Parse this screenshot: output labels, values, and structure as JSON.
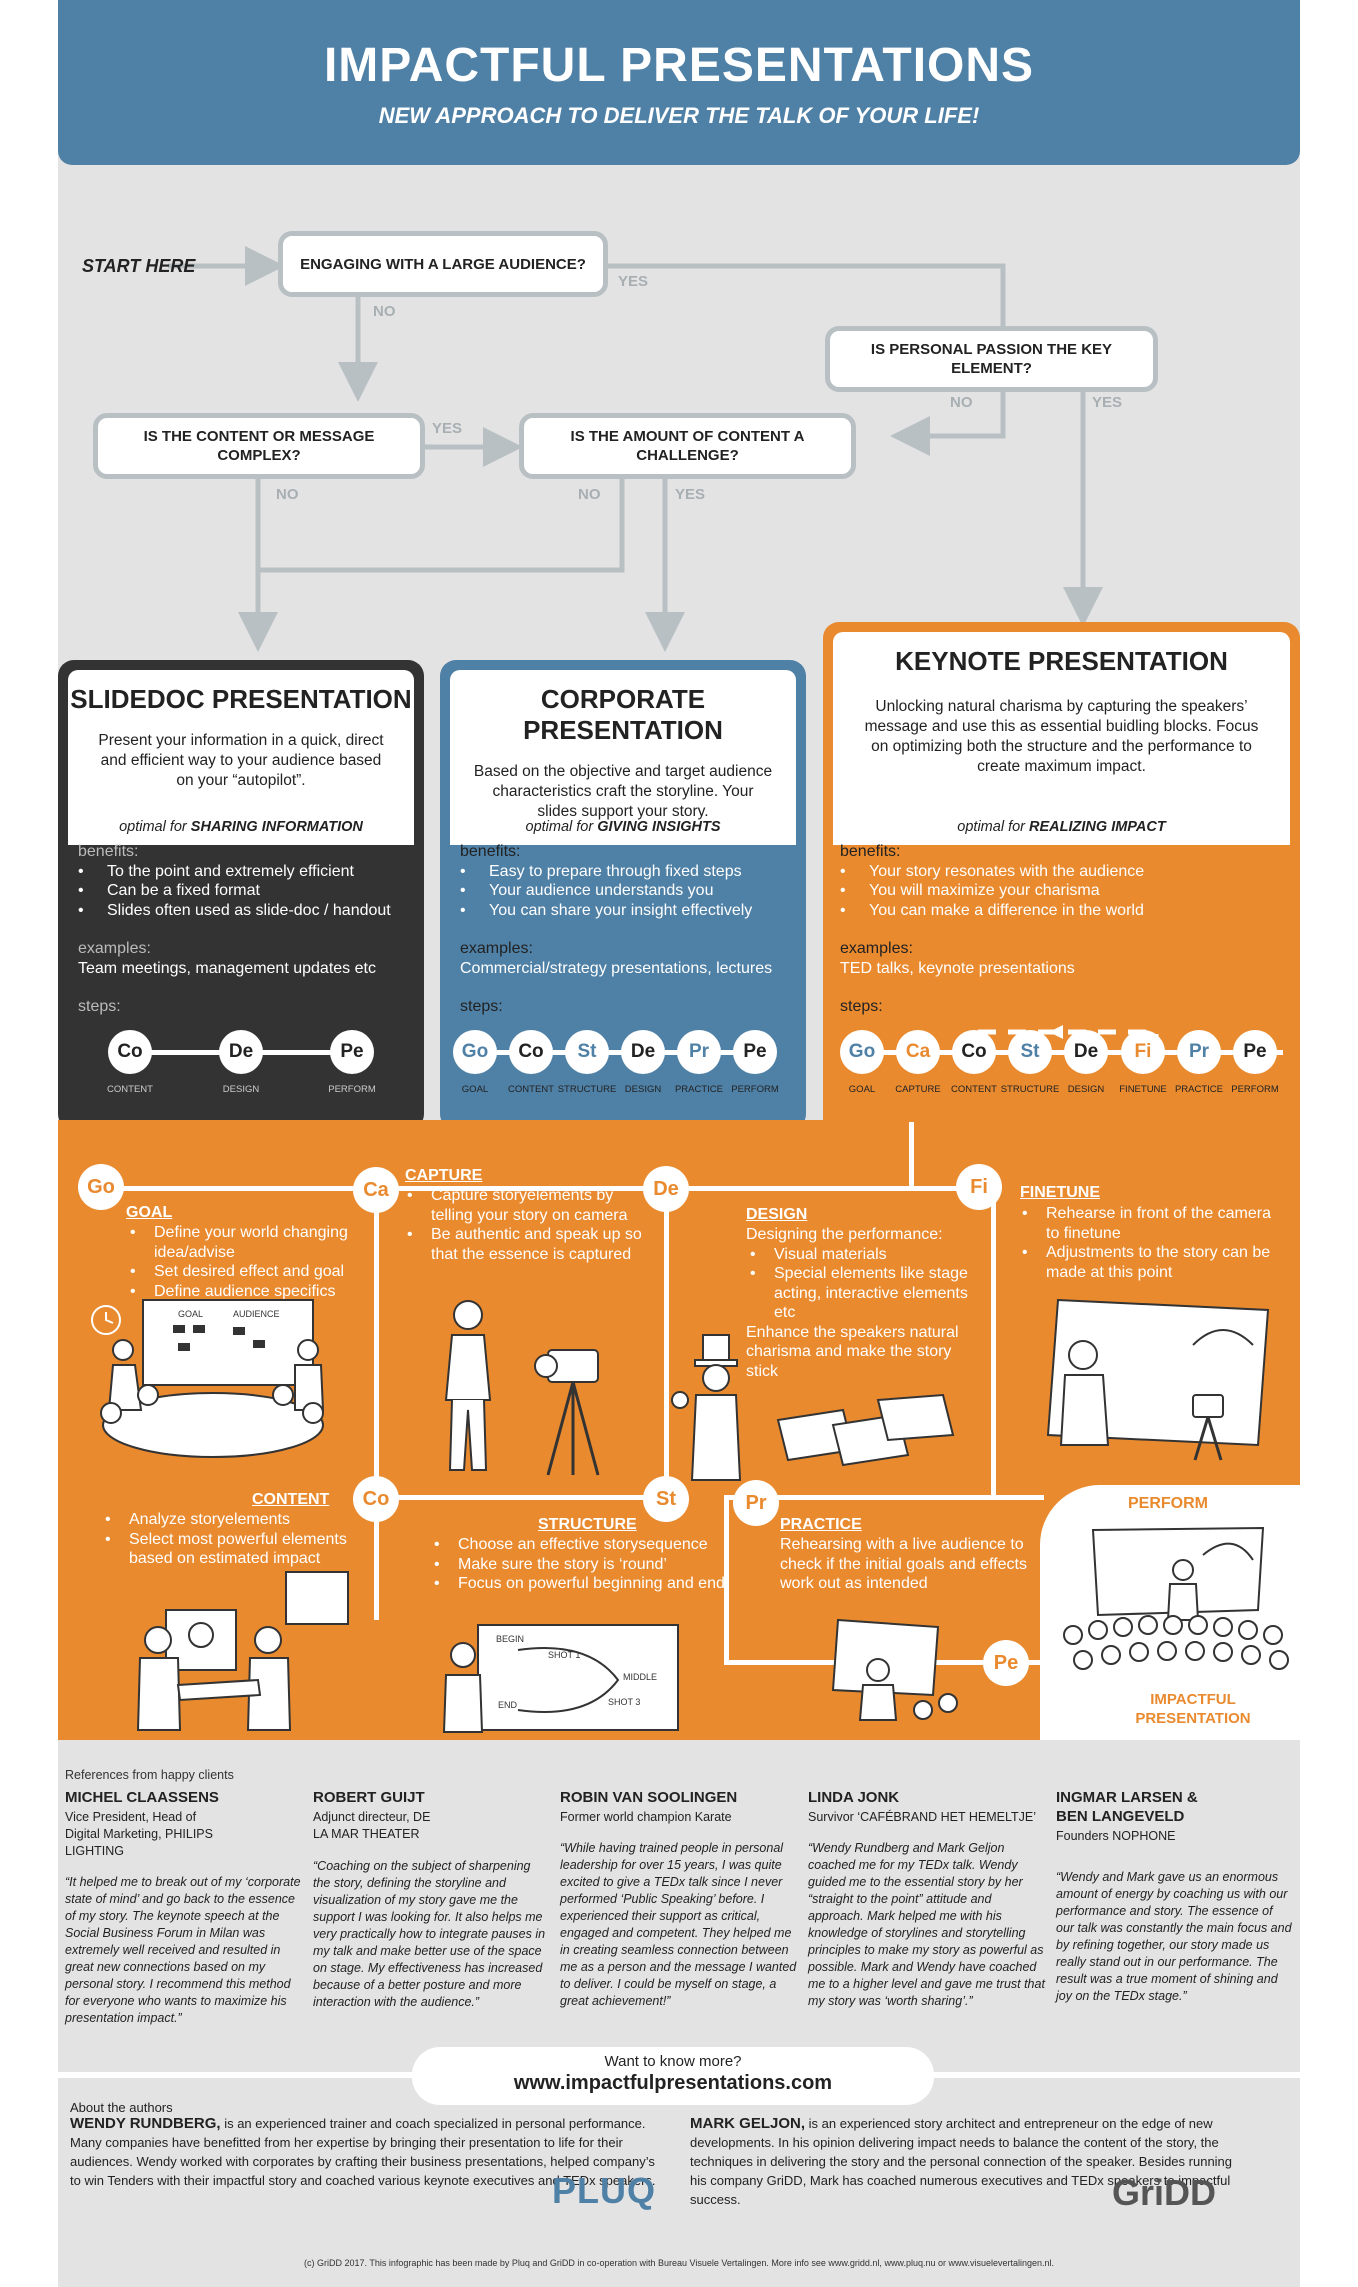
{
  "header": {
    "title": "IMPACTFUL PRESENTATIONS",
    "subtitle": "NEW APPROACH TO DELIVER THE TALK OF YOUR LIFE!"
  },
  "flow": {
    "start": "START HERE",
    "q1": "ENGAGING WITH A LARGE AUDIENCE?",
    "q2": "IS PERSONAL PASSION THE KEY ELEMENT?",
    "q3": "IS THE CONTENT OR MESSAGE COMPLEX?",
    "q4": "IS THE AMOUNT OF CONTENT A CHALLENGE?",
    "yes": "YES",
    "no": "NO"
  },
  "cards": [
    {
      "title": "SLIDEDOC PRESENTATION",
      "desc": "Present your information in a quick, direct and efficient way to your audience based on your “autopilot”.",
      "optimal_pre": "optimal for",
      "optimal": "SHARING INFORMATION",
      "benefits_label": "benefits:",
      "benefits": [
        "To the point and extremely efficient",
        "Can be a fixed format",
        "Slides often used as slide-doc / handout"
      ],
      "examples_label": "examples:",
      "examples": "Team meetings, management updates etc",
      "steps_label": "steps:",
      "steps": [
        {
          "abbr": "Co",
          "label": "CONTENT"
        },
        {
          "abbr": "De",
          "label": "DESIGN"
        },
        {
          "abbr": "Pe",
          "label": "PERFORM"
        }
      ]
    },
    {
      "title": "CORPORATE PRESENTATION",
      "desc": "Based on the objective and target audience characteristics craft the storyline. Your slides support your story.",
      "optimal_pre": "optimal for",
      "optimal": "GIVING INSIGHTS",
      "benefits_label": "benefits:",
      "benefits": [
        "Easy to prepare through fixed steps",
        "Your audience understands you",
        "You can share your insight effectively"
      ],
      "examples_label": "examples:",
      "examples": "Commercial/strategy presentations, lectures",
      "steps_label": "steps:",
      "steps": [
        {
          "abbr": "Go",
          "label": "GOAL"
        },
        {
          "abbr": "Co",
          "label": "CONTENT"
        },
        {
          "abbr": "St",
          "label": "STRUCTURE"
        },
        {
          "abbr": "De",
          "label": "DESIGN"
        },
        {
          "abbr": "Pr",
          "label": "PRACTICE"
        },
        {
          "abbr": "Pe",
          "label": "PERFORM"
        }
      ]
    },
    {
      "title": "KEYNOTE PRESENTATION",
      "desc": "Unlocking natural charisma by capturing the speakers’ message and use this as essential buidling blocks. Focus on optimizing both the structure and the performance to create maximum impact.",
      "optimal_pre": "optimal for",
      "optimal": "REALIZING IMPACT",
      "benefits_label": "benefits:",
      "benefits": [
        "Your story resonates with the audience",
        "You will maximize your charisma",
        "You can make a difference in the world"
      ],
      "examples_label": "examples:",
      "examples": "TED talks, keynote presentations",
      "steps_label": "steps:",
      "steps": [
        {
          "abbr": "Go",
          "label": "GOAL"
        },
        {
          "abbr": "Ca",
          "label": "CAPTURE"
        },
        {
          "abbr": "Co",
          "label": "CONTENT"
        },
        {
          "abbr": "St",
          "label": "STRUCTURE"
        },
        {
          "abbr": "De",
          "label": "DESIGN"
        },
        {
          "abbr": "Fi",
          "label": "FINETUNE"
        },
        {
          "abbr": "Pr",
          "label": "PRACTICE"
        },
        {
          "abbr": "Pe",
          "label": "PERFORM"
        }
      ]
    }
  ],
  "process": {
    "goal": {
      "abbr": "Go",
      "title": "GOAL",
      "items": [
        "Define your world changing idea/advise",
        "Set desired effect and goal",
        "Define audience specifics"
      ]
    },
    "capture": {
      "abbr": "Ca",
      "title": "CAPTURE",
      "items": [
        "Capture storyelements by telling your story on camera",
        "Be authentic and speak up so that the essence is captured"
      ]
    },
    "design": {
      "abbr": "De",
      "title": "DESIGN",
      "intro": "Designing the performance:",
      "items": [
        "Visual materials",
        "Special elements like stage acting, interactive elements etc"
      ],
      "outro": "Enhance the speakers natural charisma and make the story stick"
    },
    "finetune": {
      "abbr": "Fi",
      "title": "FINETUNE",
      "items": [
        "Rehearse in front of the camera to finetune",
        "Adjustments to the story can be made at this  point"
      ]
    },
    "content": {
      "abbr": "Co",
      "title": "CONTENT",
      "items": [
        "Analyze storyelements",
        "Select most powerful elements based on estimated impact"
      ]
    },
    "structure": {
      "abbr": "St",
      "title": "STRUCTURE",
      "items": [
        "Choose an effective storysequence",
        "Make sure the story is ‘round’",
        "Focus on powerful beginning and end"
      ]
    },
    "practice": {
      "abbr": "Pr",
      "title": "PRACTICE",
      "text": "Rehearsing with a live audience to check if the initial goals and effects work out as intended"
    },
    "perform": {
      "abbr": "Pe",
      "title": "PERFORM",
      "result": "IMPACTFUL PRESENTATION"
    },
    "sketch_labels": {
      "goal": "GOAL",
      "audience": "AUDIENCE",
      "begin": "BEGIN",
      "shot1": "SHOT 1",
      "middle": "MIDDLE",
      "shot3": "SHOT 3",
      "end": "END"
    }
  },
  "testimonials_label": "References from happy clients",
  "testimonials": [
    {
      "name": "MICHEL CLAASSENS",
      "role": "Vice President, Head of Digital Marketing, PHILIPS LIGHTING",
      "quote": "“It helped me to break out of my ‘corporate state of mind’ and go back to the essence of my story. The keynote speech at the Social Business Forum in Milan was extremely well received and resulted in great new connections based on my personal story. I recommend this method for everyone who wants to maximize his presentation impact.”"
    },
    {
      "name": "ROBERT GUIJT",
      "role": "Adjunct directeur, DE LA MAR THEATER",
      "quote": "“Coaching on the subject of sharpening the story, defining the storyline and visualization of my story gave me the support I was looking for. It also helps me very practically how to integrate pauses in my talk and make better use of the space on stage. My effectiveness has increased because of a better posture and more interaction with the audience.”"
    },
    {
      "name": "ROBIN VAN SOOLINGEN",
      "role": "Former world champion Karate",
      "quote": "“While having trained people in personal leadership for over 15 years, I was quite excited to give a TEDx talk since I never performed ‘Public Speaking’ before. I experienced their support as critical, engaged and competent. They helped me in creating seamless connection between me as a person and the message I wanted to deliver. I could be myself on stage, a great achievement!”"
    },
    {
      "name": "LINDA JONK",
      "role": "Survivor ‘CAFÉBRAND HET HEMELTJE’",
      "quote": "“Wendy Rundberg and Mark Geljon coached me for my TEDx talk. Wendy guided me to the essential story by her “straight to the point” attitude and approach. Mark helped me with his knowledge of storylines and storytelling principles to make my story as powerful as possible. Mark and Wendy have coached me to a higher level and gave me trust that my story was ‘worth sharing’.”"
    },
    {
      "name": "INGMAR LARSEN & BEN LANGEVELD",
      "role": "Founders NOPHONE",
      "quote": "“Wendy and Mark gave us an enormous amount of energy by coaching us with our performance and story. The essence of our talk was constantly the main focus and by refining together, our story made us really stand out in our performance. The result was a true moment of shining and joy on the TEDx stage.”"
    }
  ],
  "more": {
    "question": "Want to know more?",
    "url": "www.impactfulpresentations.com"
  },
  "about": {
    "label": "About the authors",
    "wendy_name": "WENDY RUNDBERG,",
    "wendy_text": "is an experienced trainer and coach specialized in personal performance. Many companies have benefitted from her expertise by bringing their presentation to life for their audiences. Wendy worked with corporates by crafting their business presentations, helped company’s to win Tenders with their impactful story and coached various keynote executives and TEDx speakers.",
    "mark_name": "MARK GELJON,",
    "mark_text": "is an experienced story architect and entrepreneur on the edge of new developments. In his opinion delivering impact needs to balance the content of the story, the techniques in delivering the story and the personal connection of the speaker. Besides running his company GriDD, Mark has coached numerous executives and TEDx speakers to impactful success.",
    "logo1": "PLUQ",
    "logo2": "GriDD"
  },
  "footer": "(c) GriDD 2017. This infographic has been made by Pluq and GriDD in co-operation with Bureau Visuele Vertalingen. More info see www.gridd.nl, www.pluq.nu or www.visuelevertalingen.nl.",
  "colors": {
    "blue": "#4f80a6",
    "orange": "#e98a2f",
    "dark": "#333333",
    "grey": "#e3e3e3",
    "arrow": "#b9c0c4"
  }
}
